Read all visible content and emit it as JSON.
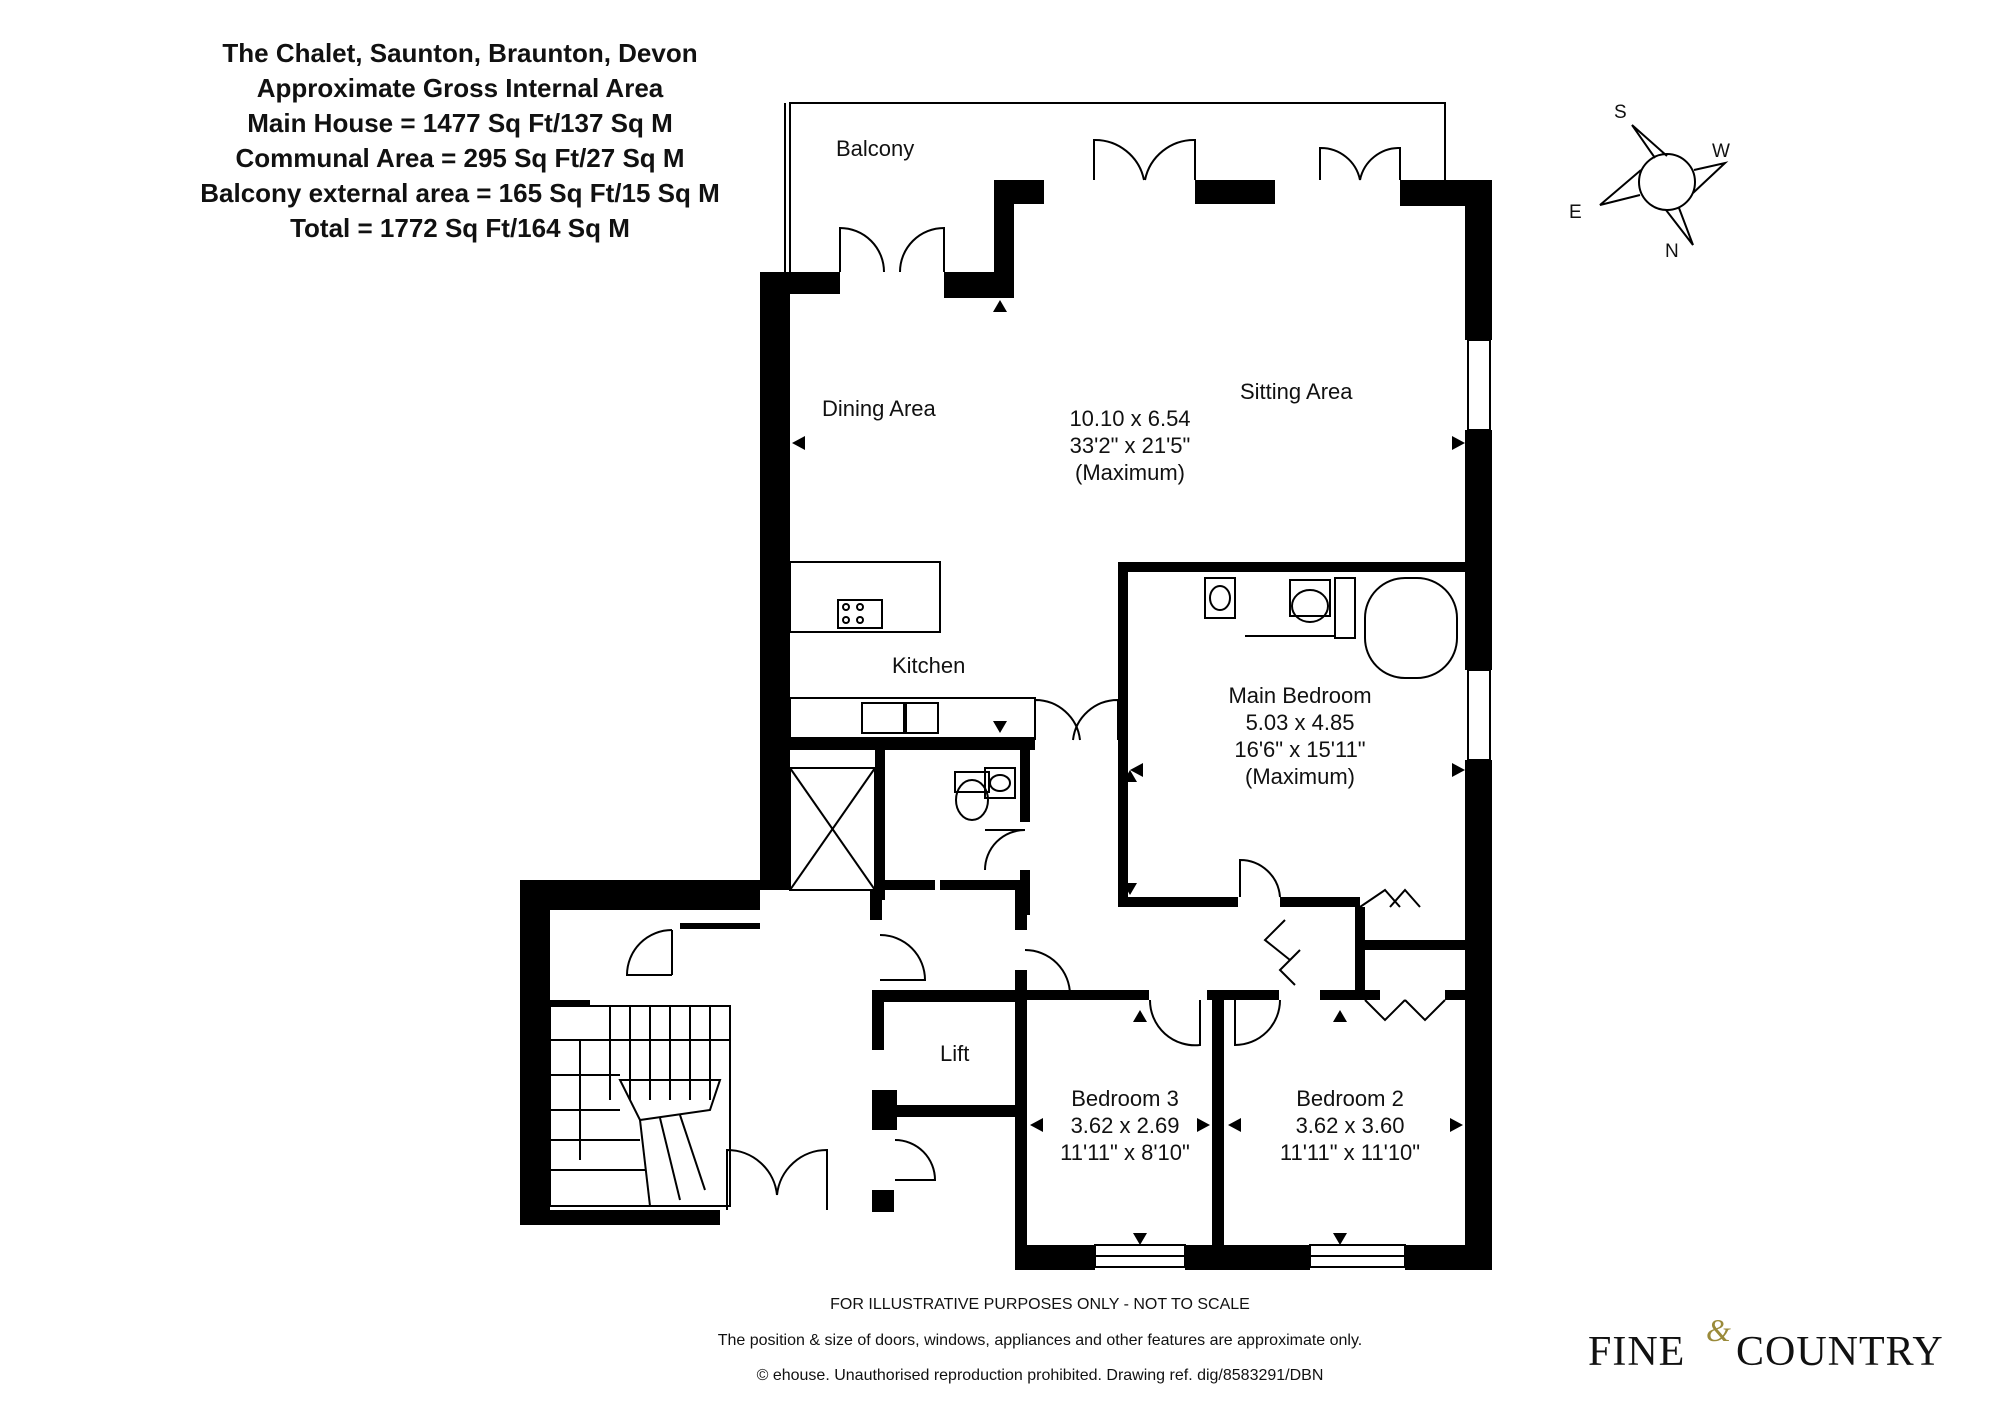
{
  "header": {
    "title": "The Chalet, Saunton, Braunton, Devon",
    "subtitle": "Approximate Gross Internal Area",
    "main_house": "Main House = 1477 Sq Ft/137 Sq M",
    "communal": "Communal Area = 295 Sq Ft/27 Sq M",
    "balcony_area": "Balcony external area = 165 Sq Ft/15 Sq M",
    "total": "Total = 1772 Sq Ft/164 Sq M"
  },
  "rooms": {
    "balcony": {
      "name": "Balcony"
    },
    "dining": {
      "name": "Dining Area"
    },
    "sitting": {
      "name": "Sitting Area"
    },
    "living_dims": {
      "metric": "10.10 x 6.54",
      "imperial": "33'2\" x 21'5\"",
      "note": "(Maximum)"
    },
    "kitchen": {
      "name": "Kitchen"
    },
    "main_bedroom": {
      "name": "Main Bedroom",
      "metric": "5.03 x 4.85",
      "imperial": "16'6\" x 15'11\"",
      "note": "(Maximum)"
    },
    "lift": {
      "name": "Lift"
    },
    "bedroom3": {
      "name": "Bedroom 3",
      "metric": "3.62 x 2.69",
      "imperial": "11'11\" x 8'10\""
    },
    "bedroom2": {
      "name": "Bedroom 2",
      "metric": "3.62 x 3.60",
      "imperial": "11'11\" x 11'10\""
    }
  },
  "compass": {
    "s": "S",
    "w": "W",
    "e": "E",
    "n": "N"
  },
  "footer": {
    "disclaimer": "FOR ILLUSTRATIVE PURPOSES ONLY - NOT TO SCALE",
    "note": "The position & size of doors, windows, appliances and other features are approximate only.",
    "copyright": "© ehouse. Unauthorised reproduction prohibited. Drawing ref. dig/8583291/DBN"
  },
  "logo": {
    "word1": "FINE",
    "amp": "&",
    "word2": "COUNTRY",
    "accent_color": "#9a8a3a"
  },
  "colors": {
    "wall": "#000000"
  }
}
